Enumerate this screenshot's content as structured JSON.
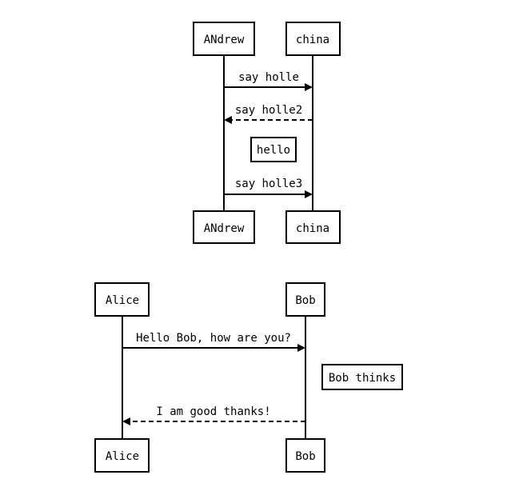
{
  "diagrams": [
    {
      "participants": [
        "ANdrew",
        "china"
      ],
      "messages": [
        {
          "label": "say holle",
          "from": "ANdrew",
          "to": "china",
          "style": "solid"
        },
        {
          "label": "say holle2",
          "from": "china",
          "to": "ANdrew",
          "style": "dashed"
        },
        {
          "note": "hello"
        },
        {
          "label": "say holle3",
          "from": "ANdrew",
          "to": "china",
          "style": "solid"
        }
      ]
    },
    {
      "participants": [
        "Alice",
        "Bob"
      ],
      "messages": [
        {
          "label": "Hello Bob, how are you?",
          "from": "Alice",
          "to": "Bob",
          "style": "solid"
        },
        {
          "note": "Bob thinks"
        },
        {
          "label": "I am good thanks!",
          "from": "Bob",
          "to": "Alice",
          "style": "dashed"
        }
      ]
    }
  ]
}
